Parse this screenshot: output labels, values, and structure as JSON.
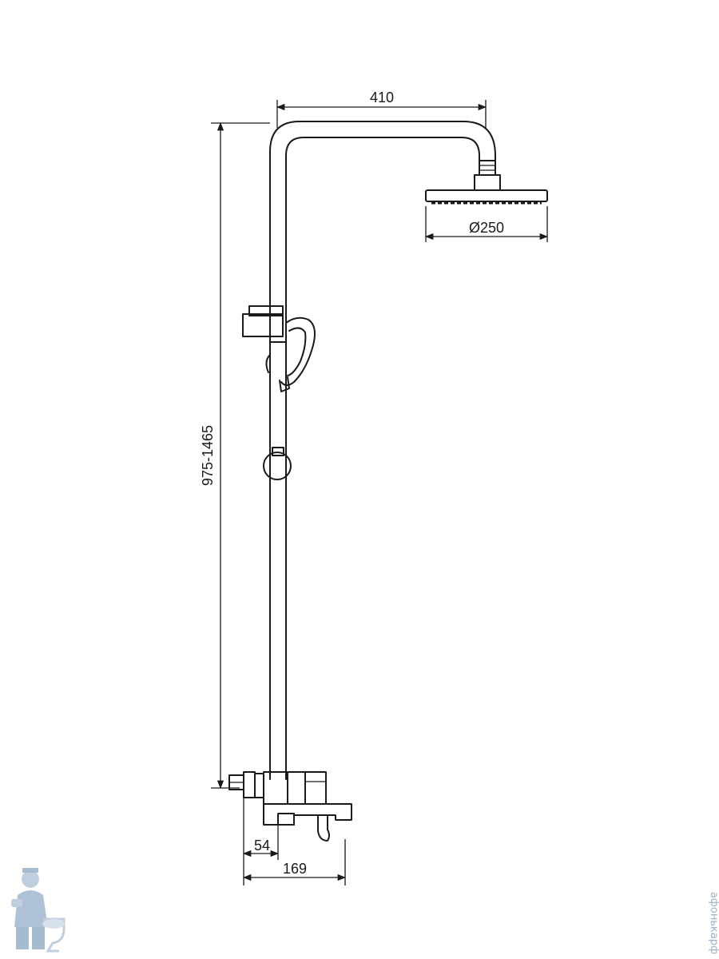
{
  "dimensions": {
    "arm_length": "410",
    "head_diameter": "Ø250",
    "height_range": "975-1465",
    "wall_offset": "54",
    "spout_reach": "169"
  },
  "watermark": {
    "site": "афонькарф"
  }
}
